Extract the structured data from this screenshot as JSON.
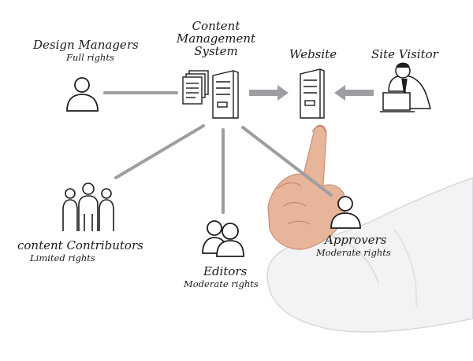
{
  "nodes": {
    "cms": {
      "title_lines": [
        "Content",
        "Management",
        "System"
      ]
    },
    "design_managers": {
      "title": "Design Managers",
      "subtitle": "Full rights"
    },
    "website": {
      "title": "Website"
    },
    "site_visitor": {
      "title": "Site Visitor"
    },
    "content_contributors": {
      "title": "content Contributors",
      "subtitle": "Limited rights"
    },
    "editors": {
      "title": "Editors",
      "subtitle": "Moderate rights"
    },
    "approvers": {
      "title": "Approvers",
      "subtitle": "Moderate rights"
    }
  },
  "icons": {
    "cms": "documents-and-server-icon",
    "design_managers": "person-icon",
    "website": "server-icon",
    "site_visitor": "person-at-laptop-icon",
    "content_contributors": "group-icon",
    "editors": "two-people-icon",
    "approvers": "person-icon"
  },
  "colors": {
    "connector": "#9e9ea2",
    "icon_stroke": "#1e1e1e",
    "text": "#1a1a1a"
  }
}
